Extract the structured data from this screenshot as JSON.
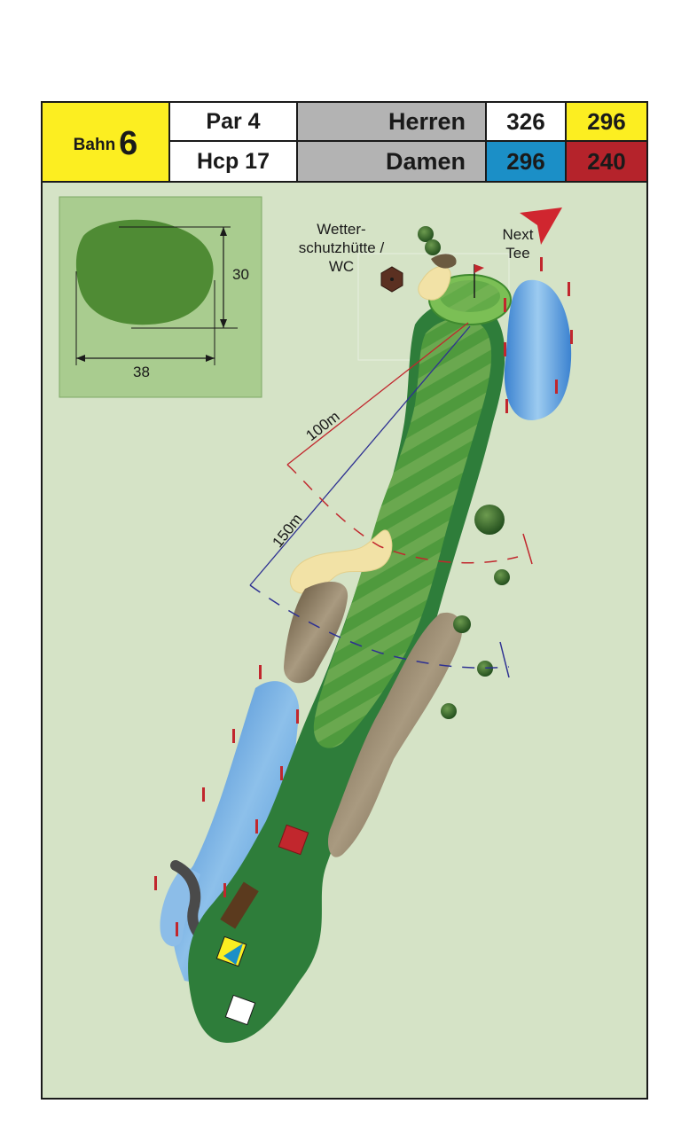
{
  "header": {
    "bahn_label": "Bahn",
    "bahn_number": "6",
    "par": "Par 4",
    "hcp": "Hcp 17",
    "herren_label": "Herren",
    "damen_label": "Damen",
    "herren_white": "326",
    "herren_yellow": "296",
    "damen_blue": "296",
    "damen_red": "240"
  },
  "map": {
    "shelter_label_line1": "Wetter-",
    "shelter_label_line2": "schutzhütte /",
    "shelter_label_line3": "WC",
    "next_tee_line1": "Next",
    "next_tee_line2": "Tee",
    "distance_100": "100m",
    "distance_150": "150m"
  },
  "green_inset": {
    "depth": "30",
    "width": "38"
  },
  "colors": {
    "header_yellow": "#fcee21",
    "tee_blue": "#1b8fc7",
    "tee_red": "#b5232b",
    "grey": "#b3b3b3",
    "fairway": "#2e7d3a",
    "water": "#4a90d6",
    "bunker": "#f2e2a6",
    "rough": "#d5e3c6"
  }
}
